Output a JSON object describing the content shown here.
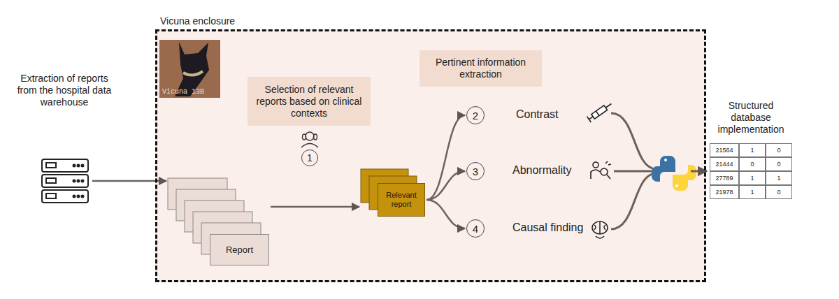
{
  "diagram": {
    "nodes": [
      {
        "text": [
          "Extraction of reports from the hospital data warehouse"
        ]
      },
      {
        "text": [
          "Vicuna enclosure"
        ]
      },
      {
        "text": [
          "Report"
        ],
        "in": 1
      },
      {
        "text": [
          "Selection of relevant reports based on clinical contexts"
        ],
        "in": 1
      },
      {
        "text": [
          "1"
        ],
        "in": 1
      },
      {
        "text": [
          "Relevant report"
        ],
        "in": 1
      },
      {
        "text": [
          "Pertinent information extraction"
        ],
        "in": 1
      },
      {
        "text": [
          "2"
        ],
        "in": 1
      },
      {
        "text": [
          "3"
        ],
        "in": 1
      },
      {
        "text": [
          "4"
        ],
        "in": 1
      },
      {
        "text": [
          "Structured database implementation"
        ]
      }
    ],
    "edges": [
      {
        "from": 0,
        "to": 2,
        "arrow": "to"
      },
      {
        "from": 2,
        "to": 5,
        "arrow": "to"
      },
      {
        "from": 5,
        "to": 7,
        "arrow": "to"
      },
      {
        "from": 5,
        "to": 8,
        "arrow": "to"
      },
      {
        "from": 5,
        "to": 9,
        "arrow": "to"
      }
    ],
    "labels": [
      "Vicuna 13B",
      "Contrast",
      "Abnormality",
      "Causal finding",
      "21564",
      "1",
      "0",
      "21444",
      "0",
      "0",
      "27789",
      "1",
      "1",
      "21978",
      "1",
      "0"
    ]
  }
}
